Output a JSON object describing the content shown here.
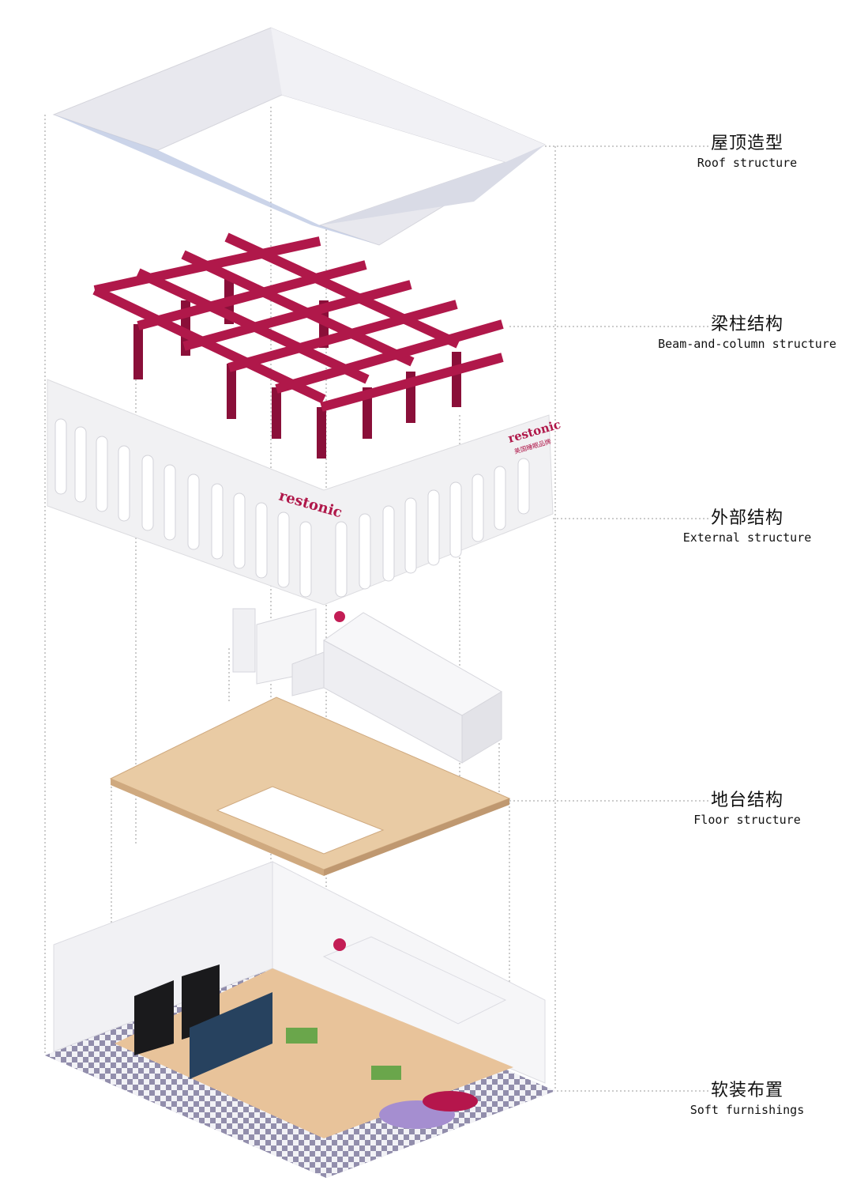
{
  "layers": [
    {
      "id": "roof",
      "zh": "屋顶造型",
      "en": "Roof structure"
    },
    {
      "id": "beam",
      "zh": "梁柱结构",
      "en": "Beam-and-column structure"
    },
    {
      "id": "external",
      "zh": "外部结构",
      "en": "External structure"
    },
    {
      "id": "floor",
      "zh": "地台结构",
      "en": "Floor structure"
    },
    {
      "id": "soft",
      "zh": "软装布置",
      "en": "Soft furnishings"
    }
  ],
  "brand": {
    "name": "restonic",
    "subtitle": "美国睡眠品牌"
  },
  "colors": {
    "beam": "#b0184a",
    "beam_dark": "#8a0f39",
    "roof": "#e6e6ec",
    "roof_edge": "#a9b8dc",
    "wall": "#f2f2f4",
    "floor": "#e8c9a2",
    "floor_edge": "#c9a57e",
    "checker": "#8e8aa8",
    "guide": "#999999"
  }
}
